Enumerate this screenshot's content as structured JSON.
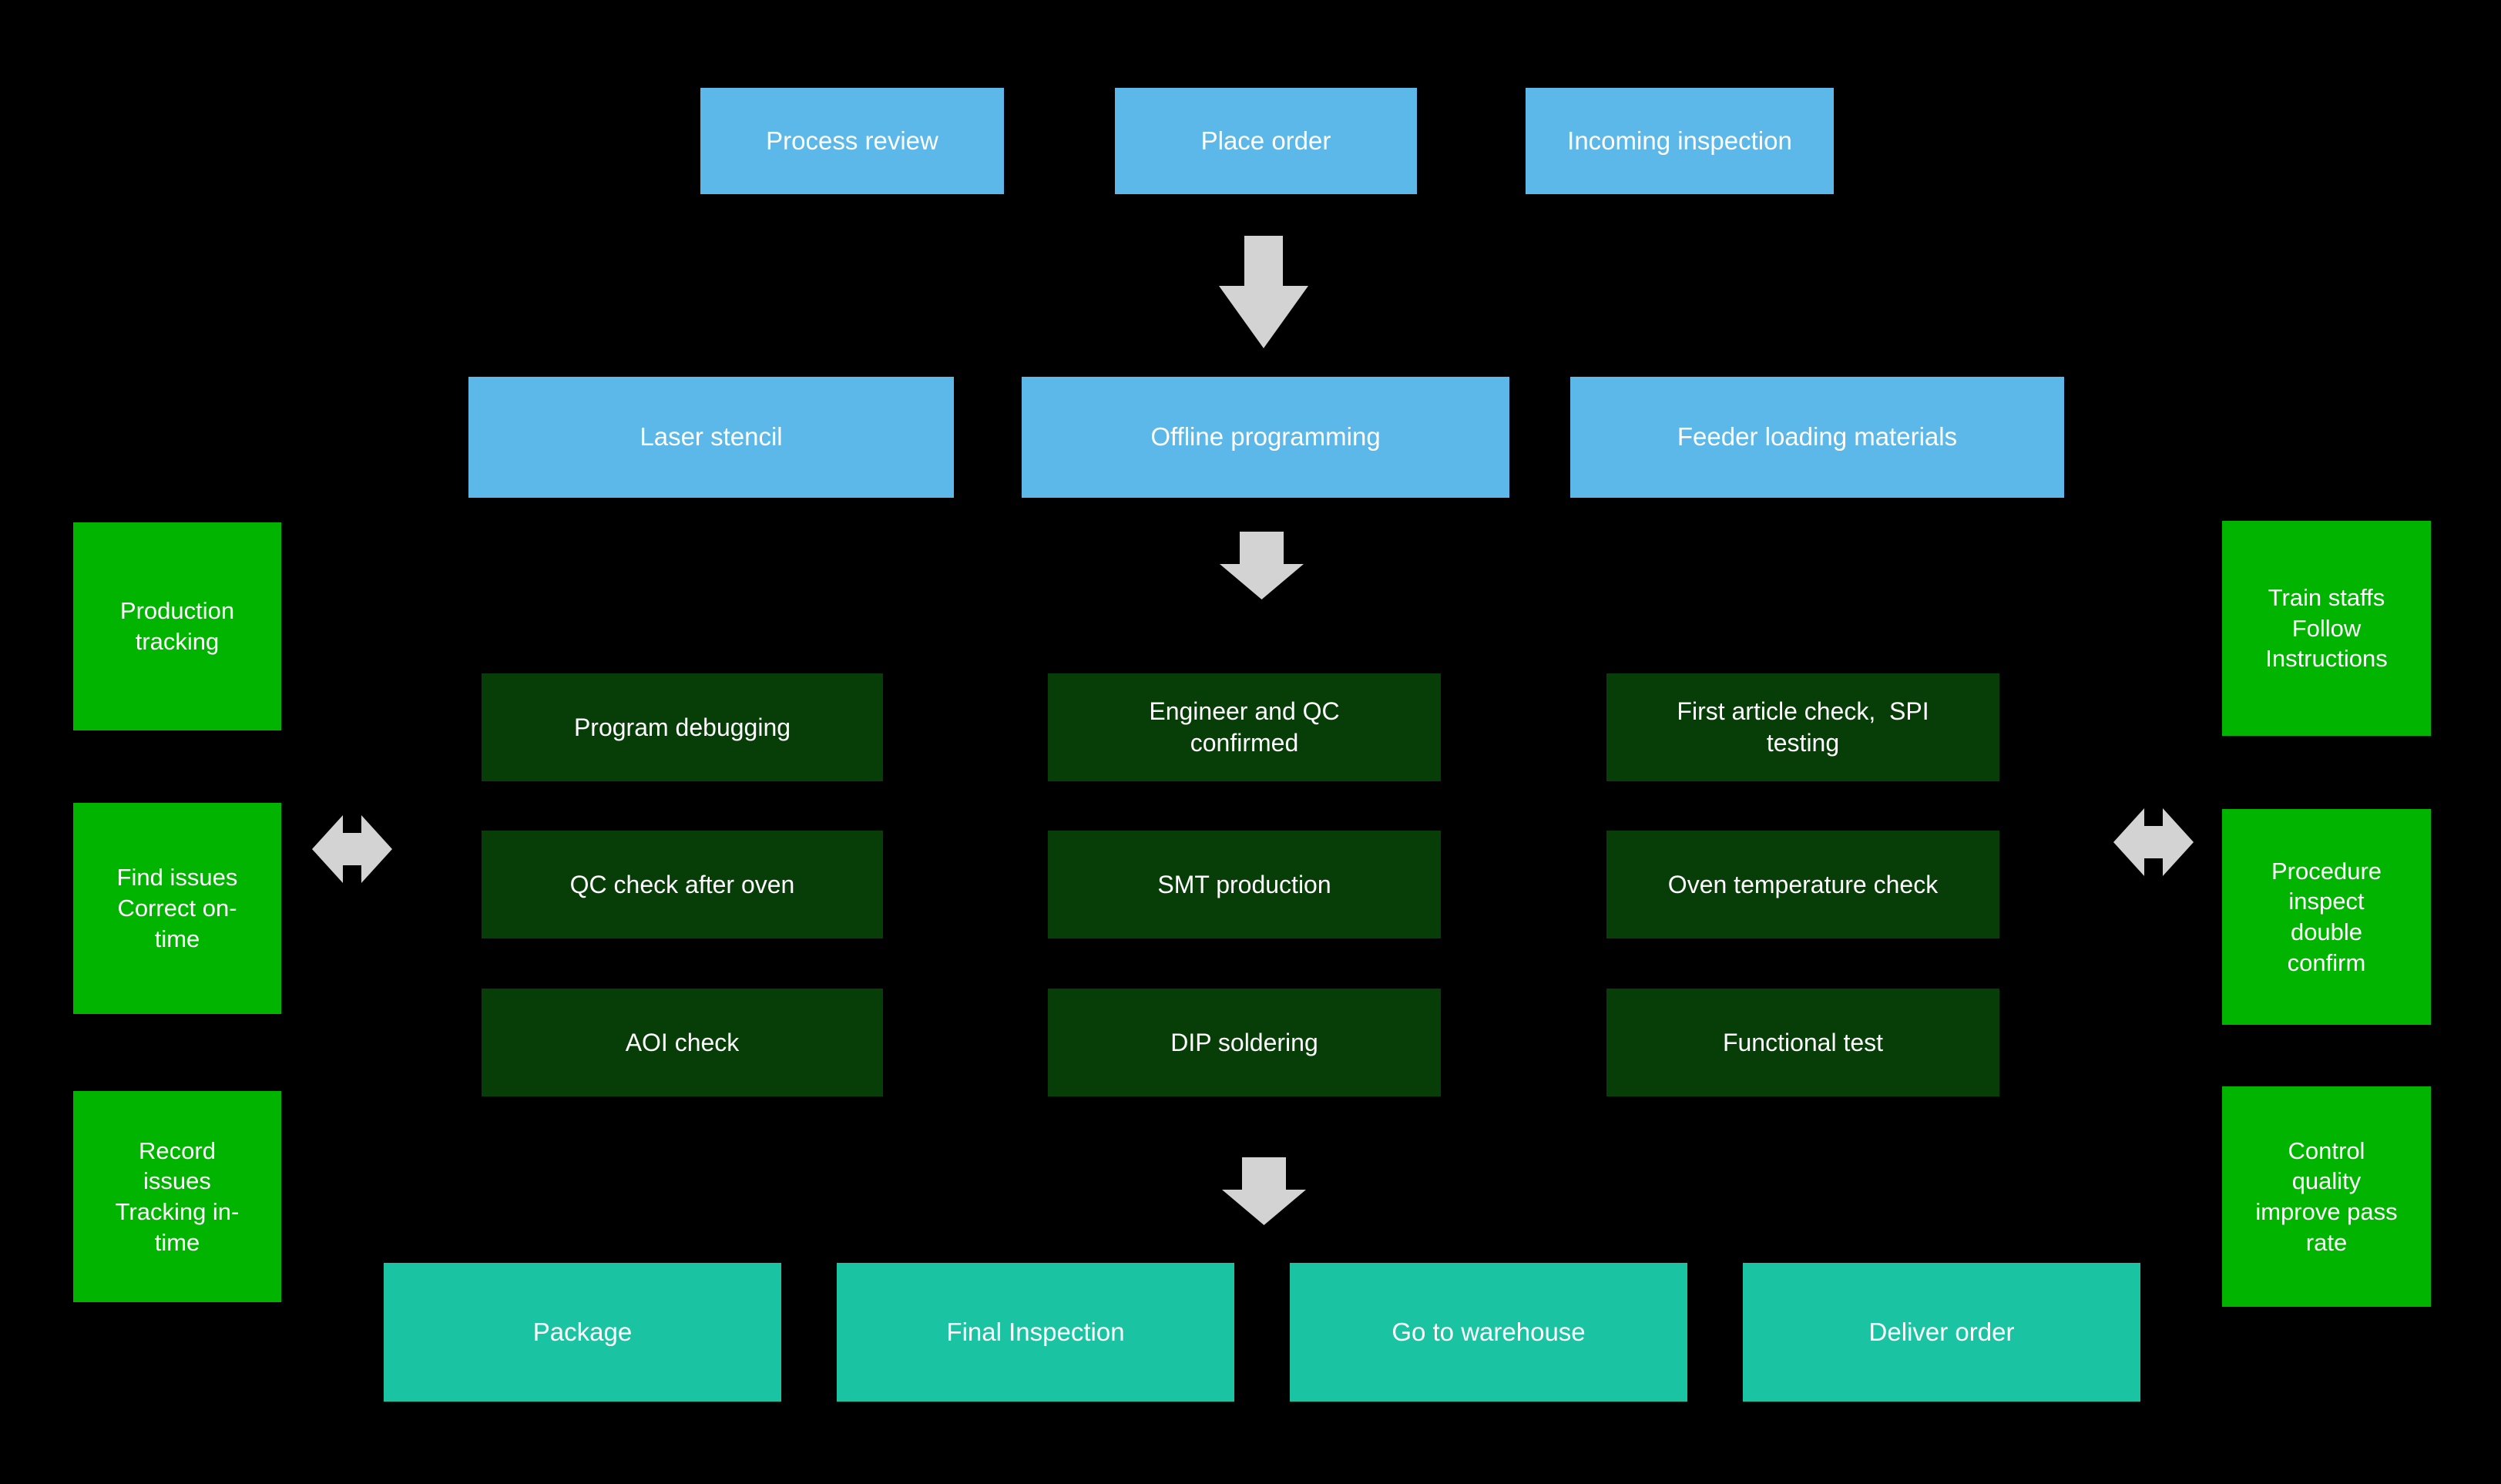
{
  "diagram": {
    "background": "#000000",
    "colors": {
      "order_stage_blue": "#5BB8E8",
      "production_stage_dark_green": "#073D07",
      "quality_note_green": "#00B400",
      "output_stage_teal": "#1AC3A2",
      "arrow_gray": "#D3D3D3",
      "text": "#FFFFFF"
    },
    "top_row": [
      {
        "label": "Process review"
      },
      {
        "label": "Place order"
      },
      {
        "label": "Incoming inspection"
      }
    ],
    "prep_row": [
      {
        "label": "Laser stencil"
      },
      {
        "label": "Offline programming"
      },
      {
        "label": "Feeder loading materials"
      }
    ],
    "production_grid": [
      {
        "label": "Program debugging"
      },
      {
        "label": "Engineer and QC\nconfirmed"
      },
      {
        "label": "First article check,  SPI\ntesting"
      },
      {
        "label": "QC check after oven"
      },
      {
        "label": "SMT production"
      },
      {
        "label": "Oven temperature check"
      },
      {
        "label": "AOI check"
      },
      {
        "label": "DIP soldering"
      },
      {
        "label": "Functional test"
      }
    ],
    "left_column": [
      {
        "label": "Production\ntracking"
      },
      {
        "label": "Find issues\nCorrect on-\ntime"
      },
      {
        "label": "Record\nissues\nTracking in-\ntime"
      }
    ],
    "right_column": [
      {
        "label": "Train staffs\nFollow\nInstructions"
      },
      {
        "label": "Procedure\ninspect\ndouble\nconfirm"
      },
      {
        "label": "Control\nquality\nimprove pass\nrate"
      }
    ],
    "output_row": [
      {
        "label": "Package"
      },
      {
        "label": "Final Inspection"
      },
      {
        "label": "Go to warehouse"
      },
      {
        "label": "Deliver order"
      }
    ]
  }
}
